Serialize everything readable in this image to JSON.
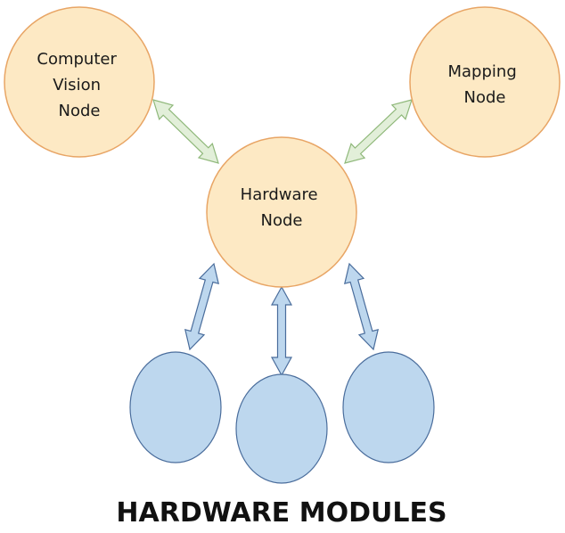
{
  "nodes": {
    "computer_vision": {
      "lines": [
        "Computer",
        "Vision",
        "Node"
      ]
    },
    "mapping": {
      "lines": [
        "Mapping",
        "Node"
      ]
    },
    "hardware": {
      "lines": [
        "Hardware",
        "Node"
      ]
    }
  },
  "caption": "HARDWARE MODULES",
  "colors": {
    "node_fill": "#fde9c4",
    "node_stroke": "#e8a565",
    "module_fill": "#bdd7ee",
    "module_stroke": "#4a6d9c",
    "green_arrow_fill": "#e2efd9",
    "green_arrow_stroke": "#8fb87a",
    "blue_arrow_fill": "#bdd7ee",
    "blue_arrow_stroke": "#4a6d9c"
  }
}
